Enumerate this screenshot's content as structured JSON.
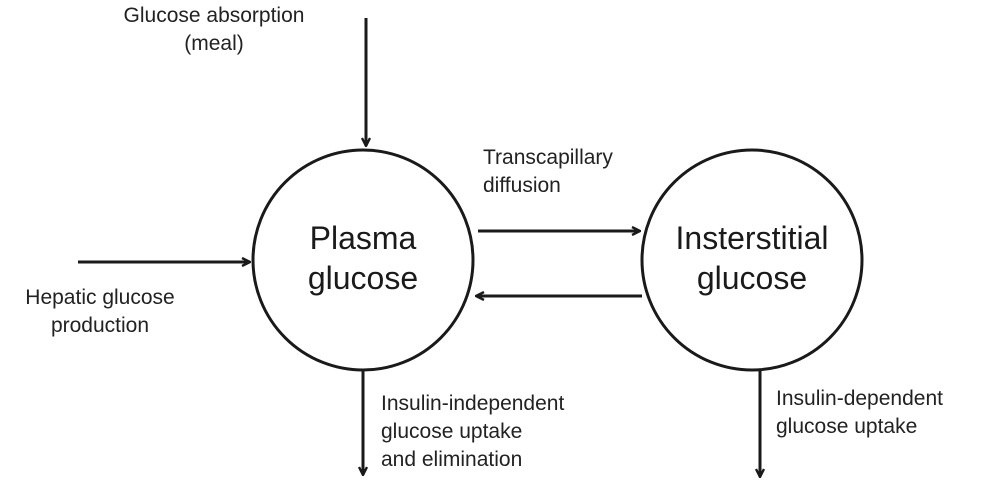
{
  "nodes": {
    "plasma": {
      "line1": "Plasma",
      "line2": "glucose"
    },
    "interstitial": {
      "line1": "Insterstitial",
      "line2": "glucose"
    }
  },
  "inputs": {
    "meal": {
      "line1": "Glucose absorption",
      "line2": "(meal)"
    },
    "hepatic": {
      "line1": "Hepatic glucose",
      "line2": "production"
    }
  },
  "transfer": {
    "line1": "Transcapillary",
    "line2": "diffusion"
  },
  "outputs": {
    "plasma": {
      "line1": "Insulin-independent",
      "line2": "glucose uptake",
      "line3": "and elimination"
    },
    "interstitial": {
      "line1": "Insulin-dependent",
      "line2": "glucose uptake"
    }
  },
  "colors": {
    "stroke": "#1a1a1a",
    "text": "#222222",
    "background": "#ffffff"
  }
}
